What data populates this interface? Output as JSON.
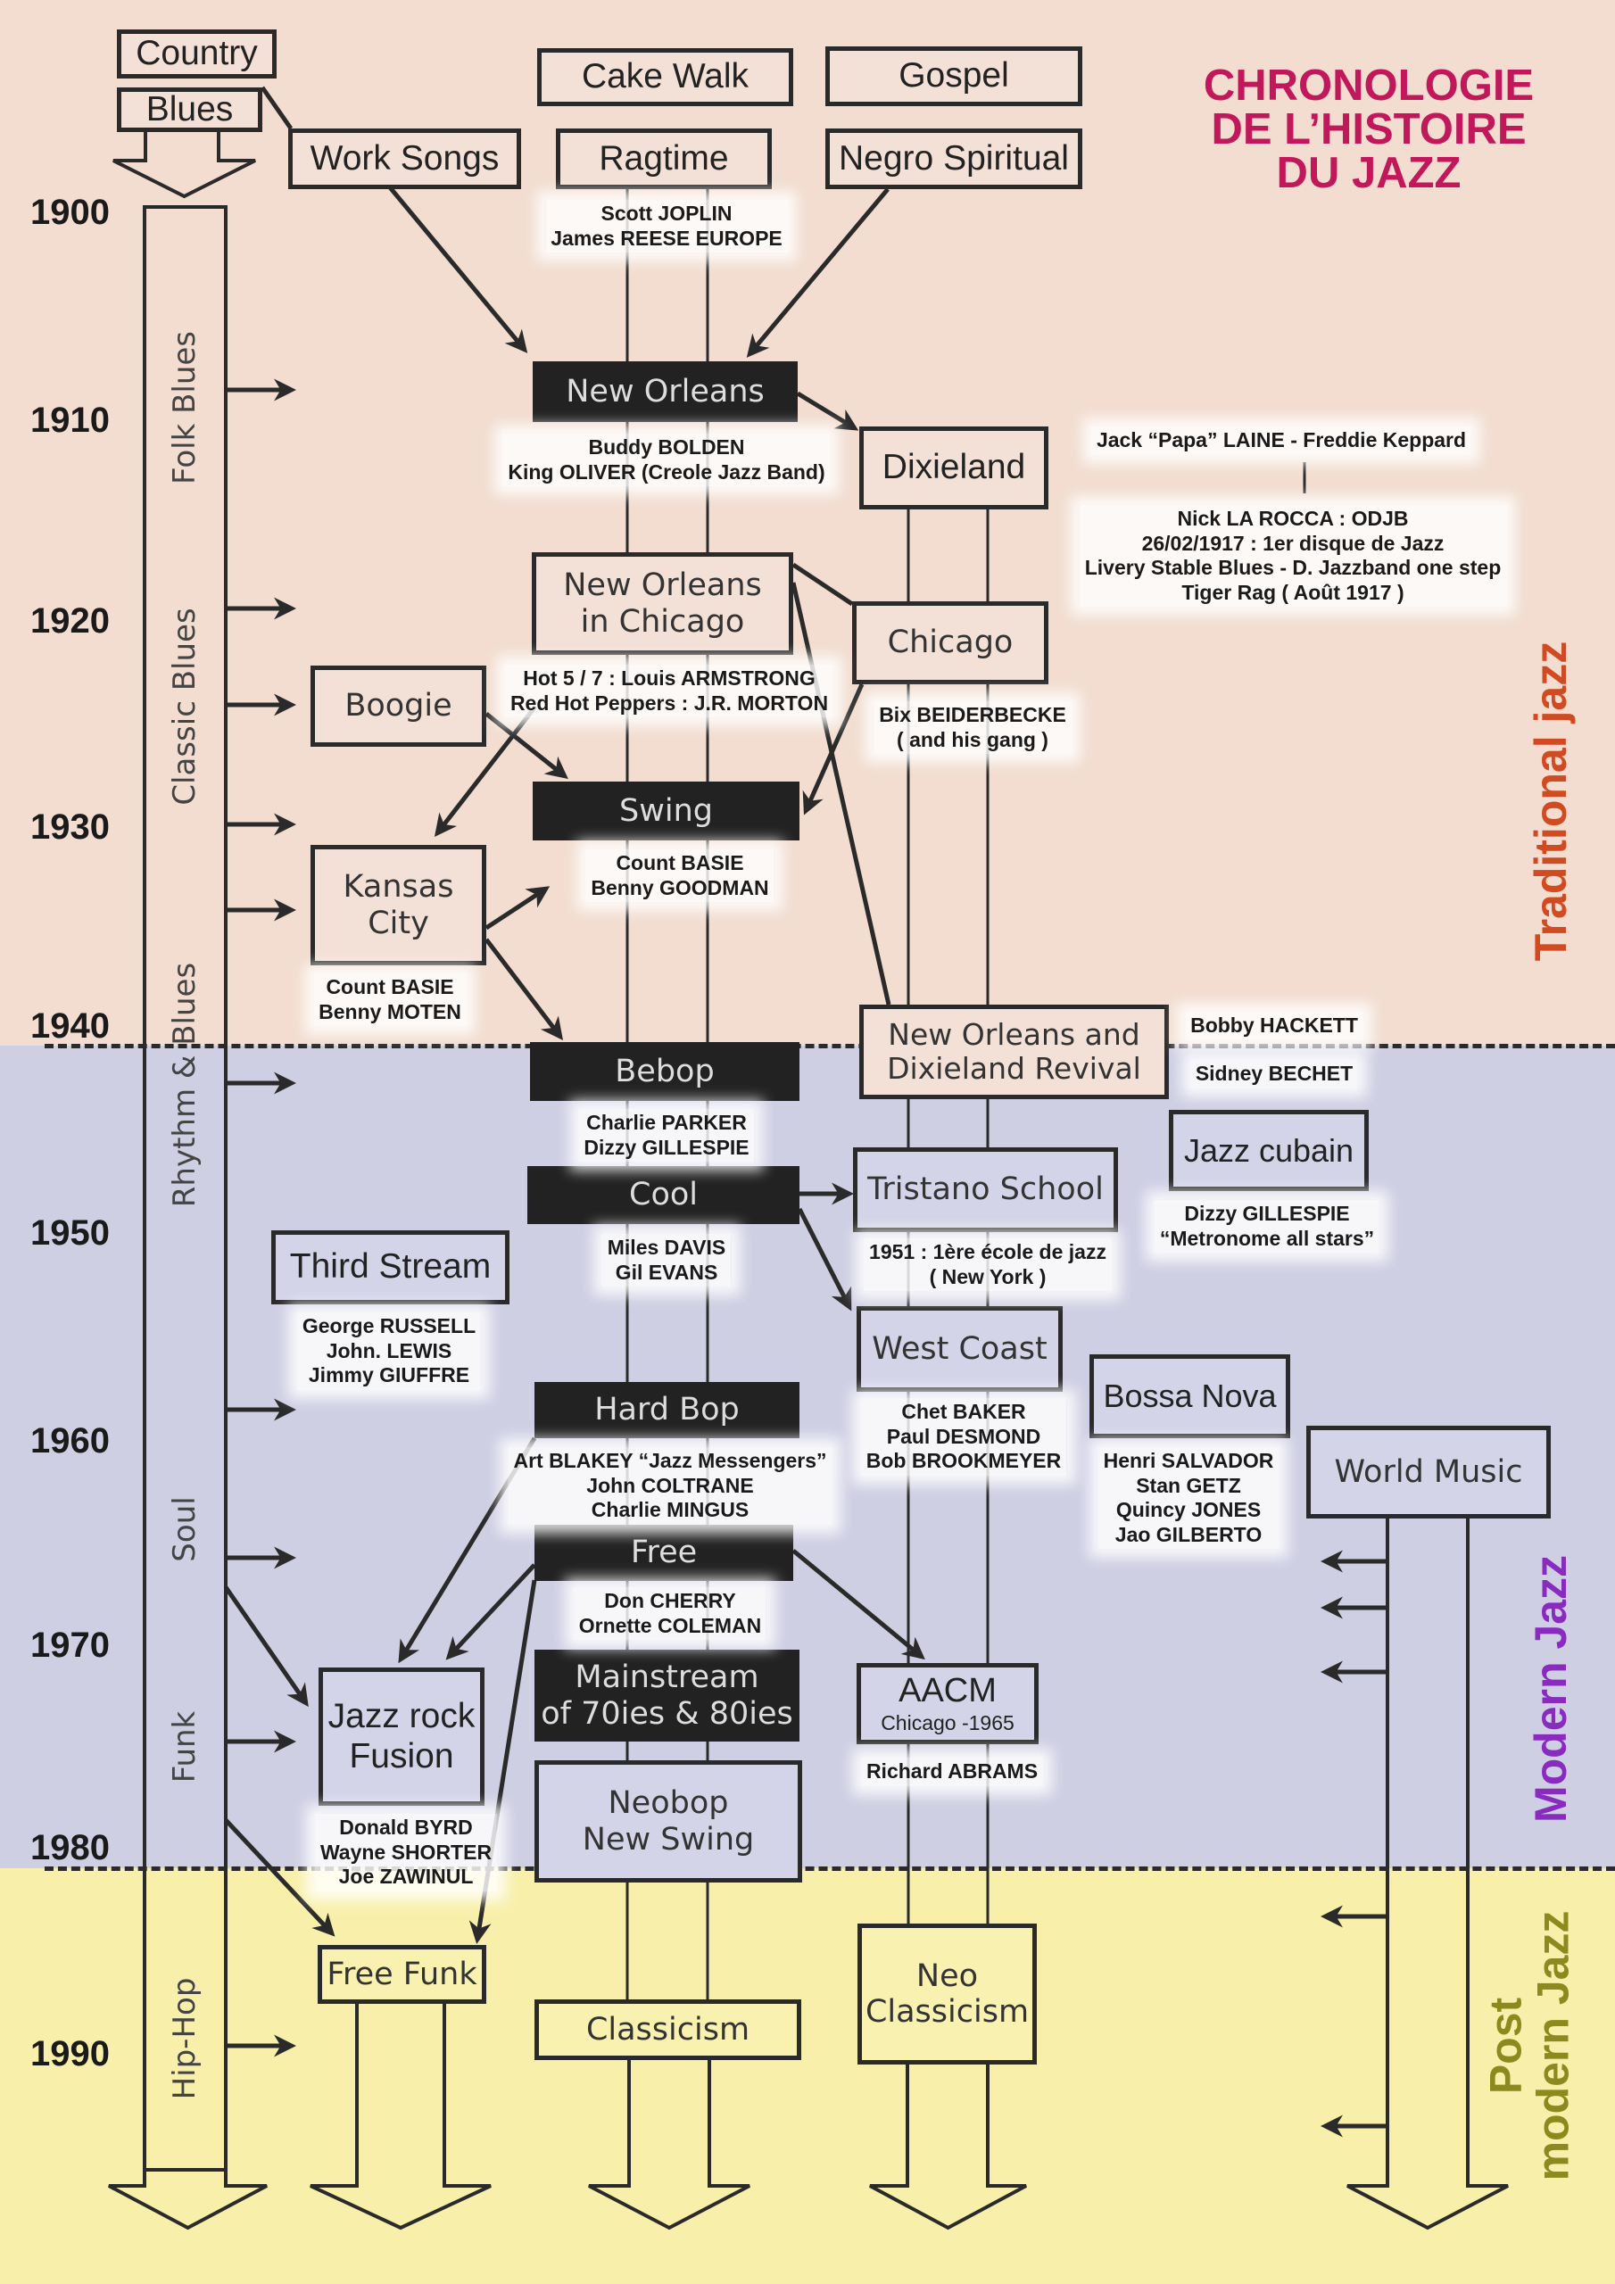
{
  "title": [
    "CHRONOLOGIE",
    "DE L’HISTOIRE",
    "DU JAZZ"
  ],
  "colors": {
    "title": "#c0185a",
    "traditional": "#d04a22",
    "modern": "#8a2bc0",
    "postmodern": "#8a8a1e"
  },
  "years": [
    "1900",
    "1910",
    "1920",
    "1930",
    "1940",
    "1950",
    "1960",
    "1970",
    "1980",
    "1990"
  ],
  "roots": {
    "country": "Country",
    "blues": "Blues",
    "work_songs": "Work Songs",
    "cake_walk": "Cake Walk",
    "ragtime": "Ragtime",
    "gospel": "Gospel",
    "negro_spiritual": "Negro Spiritual"
  },
  "styles": {
    "new_orleans": "New Orleans",
    "dixieland": "Dixieland",
    "new_orleans_chicago": [
      "New Orleans",
      "in Chicago"
    ],
    "chicago": "Chicago",
    "boogie": "Boogie",
    "swing": "Swing",
    "kansas_city": [
      "Kansas",
      "City"
    ],
    "revival": [
      "New Orleans and",
      "Dixieland Revival"
    ],
    "bebop": "Bebop",
    "jazz_cubain": "Jazz cubain",
    "cool": "Cool",
    "tristano": "Tristano School",
    "third_stream": "Third Stream",
    "west_coast": "West Coast",
    "bossa_nova": "Bossa Nova",
    "hard_bop": "Hard Bop",
    "world_music": "World Music",
    "free": "Free",
    "jazz_rock": [
      "Jazz rock",
      "Fusion"
    ],
    "mainstream": [
      "Mainstream",
      "of 70ies & 80ies"
    ],
    "aacm": "AACM",
    "aacm_sub": "Chicago -1965",
    "neobop": [
      "Neobop",
      "New Swing"
    ],
    "free_funk": "Free Funk",
    "classicism": "Classicism",
    "neo_classicism": [
      "Neo",
      "Classicism"
    ]
  },
  "musicians": {
    "ragtime": [
      "Scott JOPLIN",
      "James REESE EUROPE"
    ],
    "new_orleans": [
      "Buddy BOLDEN",
      "King OLIVER (Creole Jazz Band)"
    ],
    "laine": "Jack “Papa” LAINE - Freddie Keppard",
    "odjb": [
      "Nick LA ROCCA : ODJB",
      "26/02/1917 : 1er disque de Jazz",
      "Livery Stable Blues - D. Jazzband one step",
      "Tiger Rag ( Août 1917 )"
    ],
    "no_chicago": [
      "Hot 5 / 7 : Louis ARMSTRONG",
      "Red Hot Peppers : J.R. MORTON"
    ],
    "chicago": [
      "Bix BEIDERBECKE",
      "( and his gang )"
    ],
    "swing": [
      "Count BASIE",
      "Benny GOODMAN"
    ],
    "kansas": [
      "Count BASIE",
      "Benny MOTEN"
    ],
    "revival": [
      "Bobby HACKETT",
      "Sidney BECHET"
    ],
    "bebop": [
      "Charlie PARKER",
      "Dizzy GILLESPIE"
    ],
    "cubain": [
      "Dizzy GILLESPIE",
      "“Metronome all stars”"
    ],
    "cool": [
      "Miles DAVIS",
      "Gil EVANS"
    ],
    "tristano": [
      "1951 : 1ère école de jazz",
      "( New York )"
    ],
    "third_stream": [
      "George RUSSELL",
      "John. LEWIS",
      "Jimmy GIUFFRE"
    ],
    "west_coast": [
      "Chet BAKER",
      "Paul DESMOND",
      "Bob BROOKMEYER"
    ],
    "hard_bop": [
      "Art BLAKEY “Jazz Messengers”",
      "John COLTRANE",
      "Charlie MINGUS"
    ],
    "bossa": [
      "Henri SALVADOR",
      "Stan GETZ",
      "Quincy JONES",
      "Jao GILBERTO"
    ],
    "free": [
      "Don CHERRY",
      "Ornette COLEMAN"
    ],
    "aacm": "Richard ABRAMS",
    "fusion": [
      "Donald BYRD",
      "Wayne SHORTER",
      "Joe ZAWINUL"
    ]
  },
  "black_music": [
    "Folk Blues",
    "Classic Blues",
    "Rhythm & Blues",
    "Soul",
    "Funk",
    "Hip-Hop"
  ],
  "eras": {
    "traditional": "Traditional jazz",
    "modern": "Modern Jazz",
    "postmodern": [
      "Post",
      "modern Jazz"
    ]
  }
}
